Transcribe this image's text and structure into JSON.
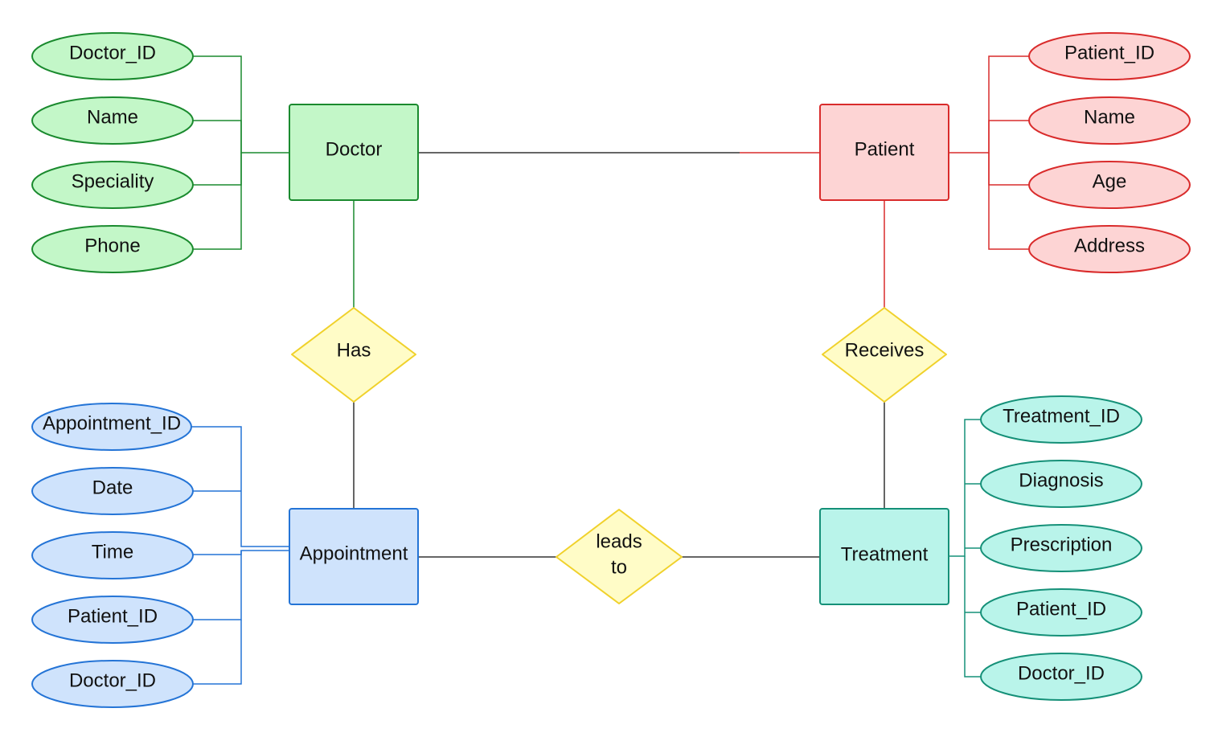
{
  "colors": {
    "doctor": {
      "fill": "#c3f7c8",
      "stroke": "#1a8a2e"
    },
    "patient": {
      "fill": "#fdd4d4",
      "stroke": "#d92b2b"
    },
    "appointment": {
      "fill": "#cfe3fc",
      "stroke": "#2474d6"
    },
    "treatment": {
      "fill": "#b9f4ea",
      "stroke": "#159078"
    },
    "relationship": {
      "fill": "#fffcc7",
      "stroke": "#f0d12b"
    },
    "line": "#333333"
  },
  "entities": {
    "doctor": {
      "label": "Doctor",
      "attributes": [
        "Doctor_ID",
        "Name",
        "Speciality",
        "Phone"
      ]
    },
    "patient": {
      "label": "Patient",
      "attributes": [
        "Patient_ID",
        "Name",
        "Age",
        "Address"
      ]
    },
    "appointment": {
      "label": "Appointment",
      "attributes": [
        "Appointment_ID",
        "Date",
        "Time",
        "Patient_ID",
        "Doctor_ID"
      ]
    },
    "treatment": {
      "label": "Treatment",
      "attributes": [
        "Treatment_ID",
        "Diagnosis",
        "Prescription",
        "Patient_ID",
        "Doctor_ID"
      ]
    }
  },
  "relationships": {
    "has": {
      "label": "Has"
    },
    "receives": {
      "label": "Receives"
    },
    "leads_to": {
      "line1": "leads",
      "line2": "to"
    }
  }
}
